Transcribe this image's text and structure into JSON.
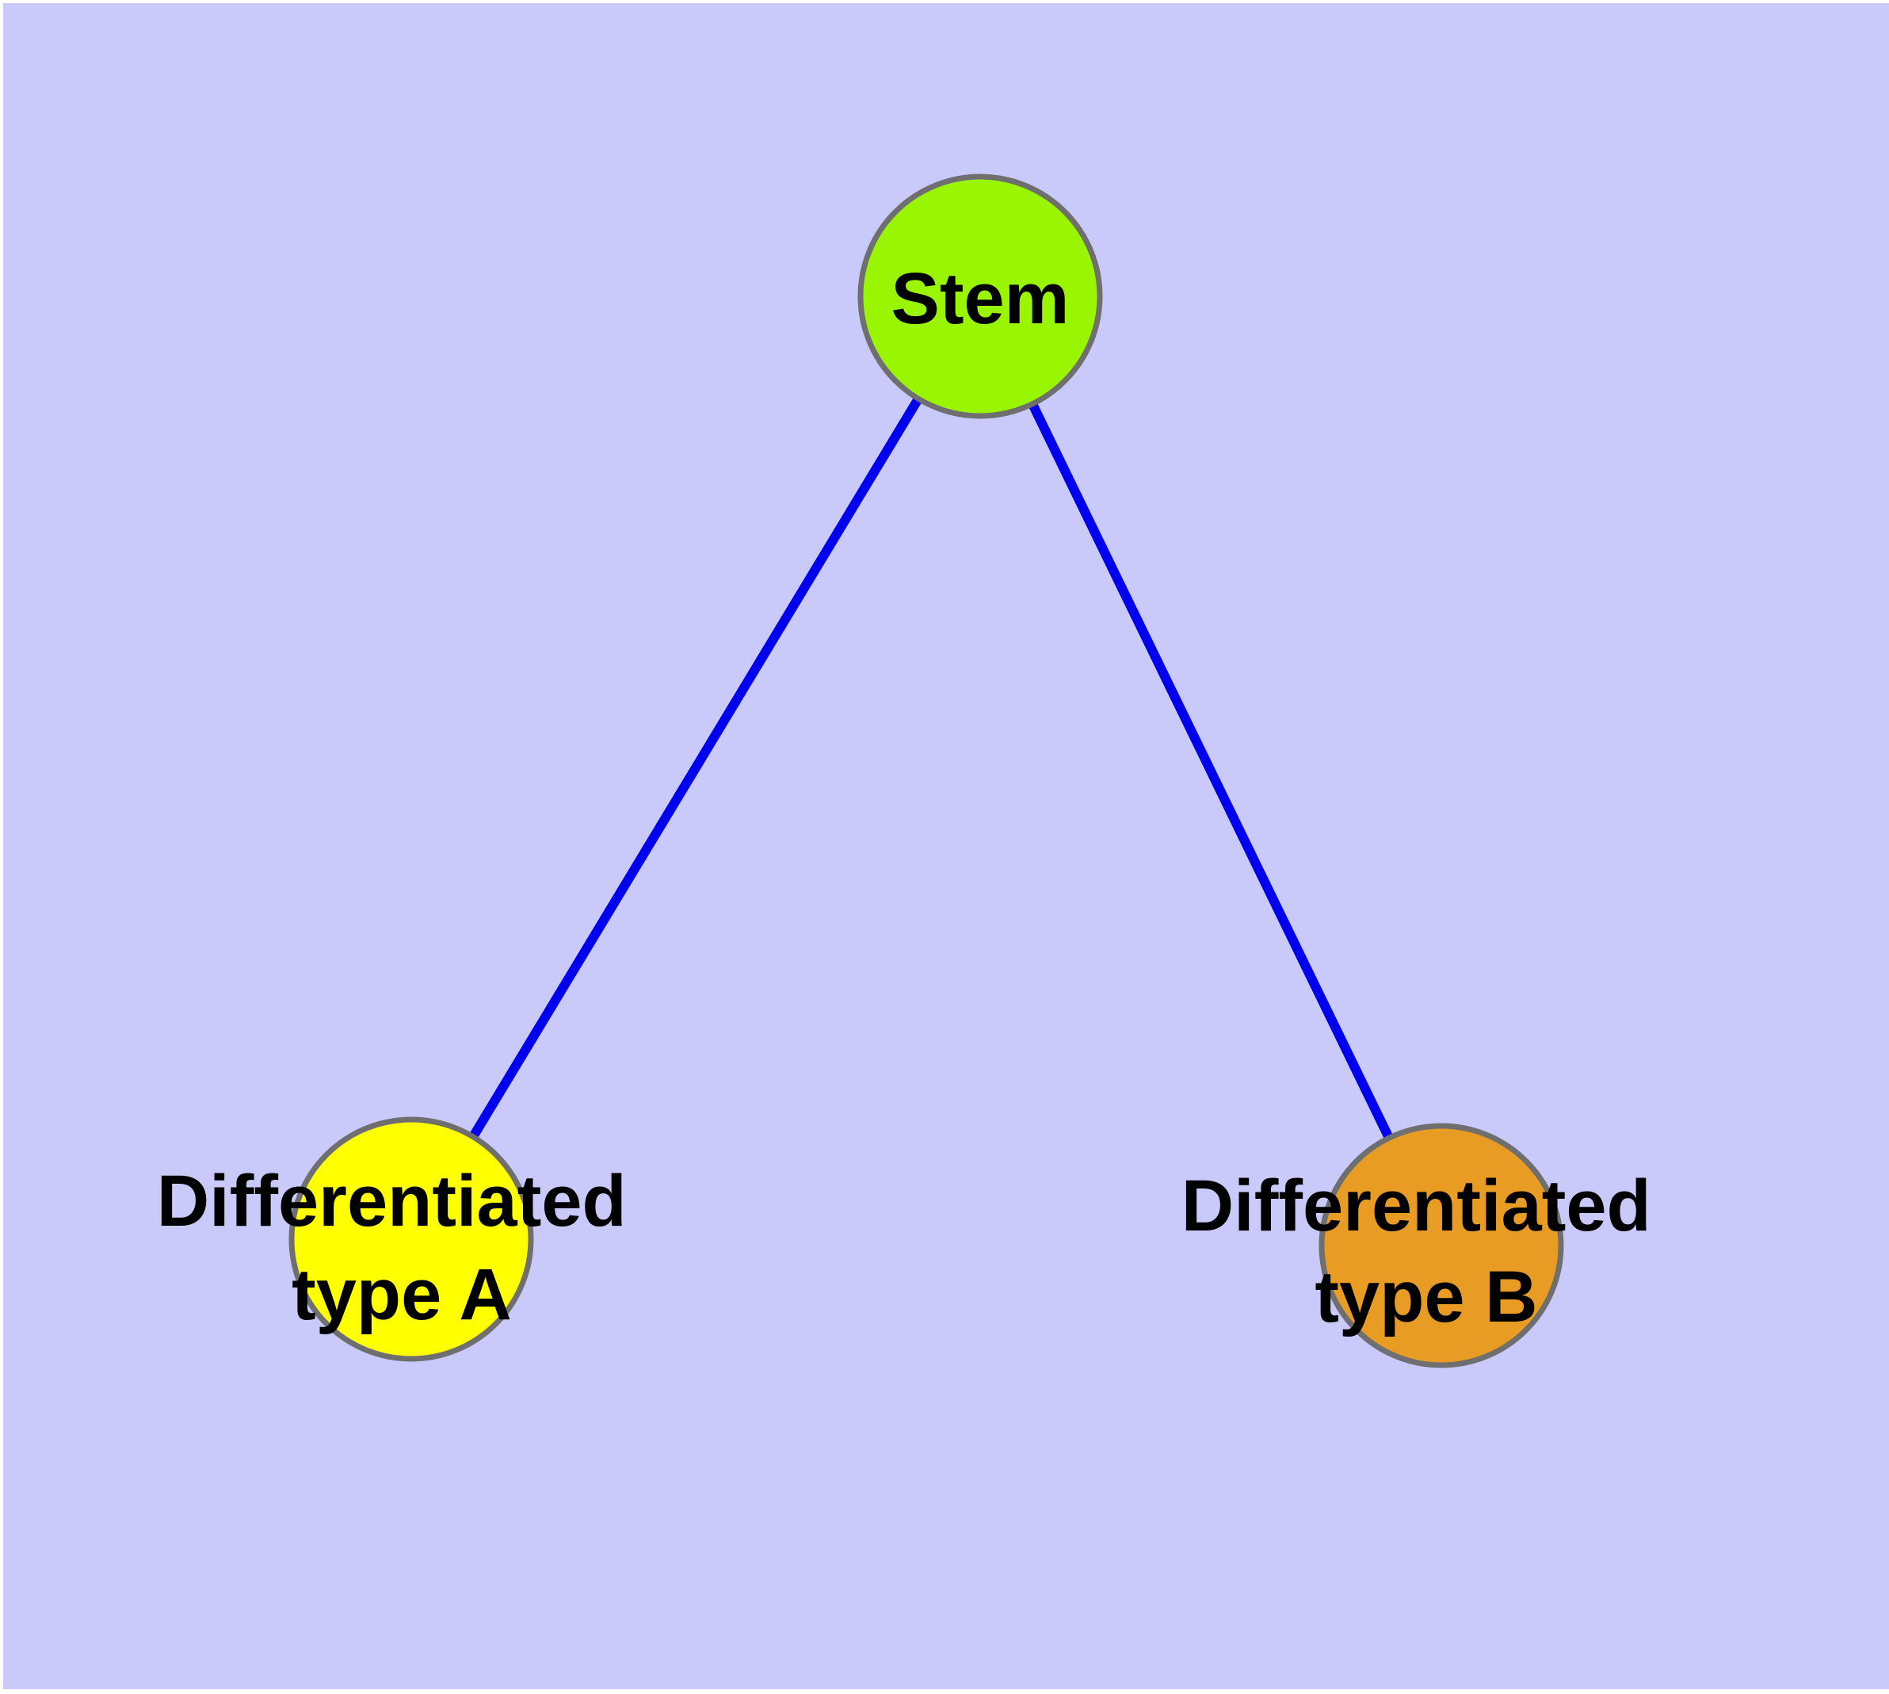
{
  "colors": {
    "background": "#cacafa",
    "frame": "#ffffff",
    "edge_line": "#0000ee",
    "node_border": "#6f6f6f",
    "label_text": "#000000"
  },
  "diagram": {
    "nodes": {
      "stem": {
        "label": "Stem",
        "fill": "#9af502"
      },
      "type_a": {
        "label_line1": "Differentiated",
        "label_line2": "type A",
        "fill": "#ffff00"
      },
      "type_b": {
        "label_line1": "Differentiated",
        "label_line2": "type B",
        "fill": "#e89c23"
      }
    },
    "edges": [
      {
        "from": "stem",
        "to": "type_a"
      },
      {
        "from": "stem",
        "to": "type_b"
      }
    ]
  }
}
